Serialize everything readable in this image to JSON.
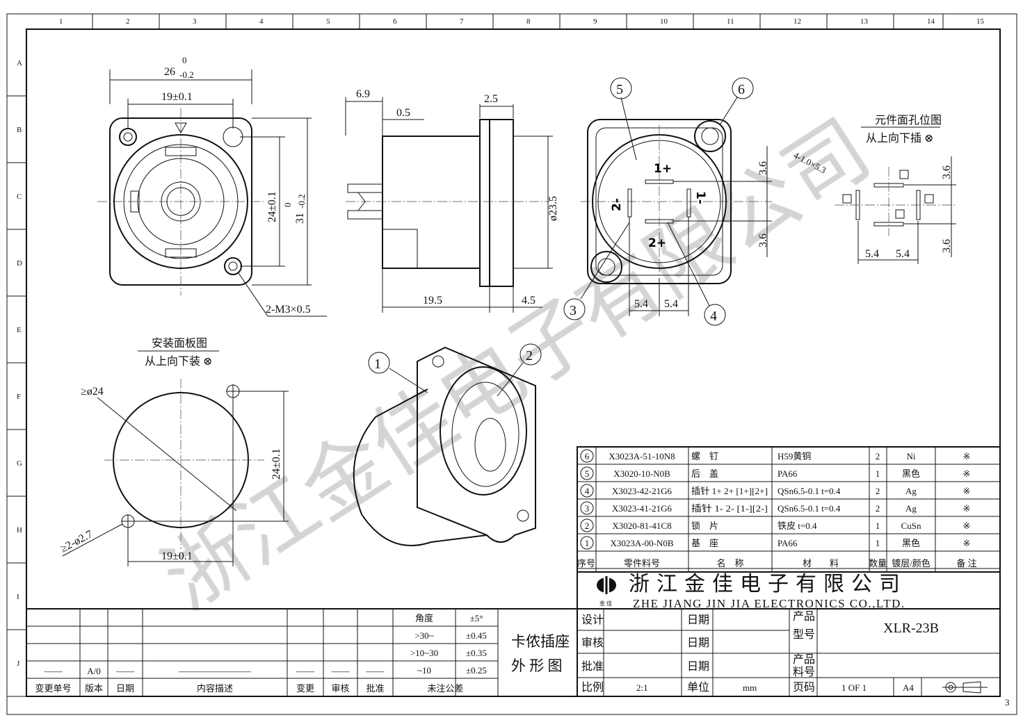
{
  "zones_top": [
    "1",
    "2",
    "3",
    "4",
    "5",
    "6",
    "7",
    "8",
    "9",
    "10",
    "11",
    "12",
    "13",
    "14",
    "15"
  ],
  "zones_left": [
    "A",
    "B",
    "C",
    "D",
    "E",
    "F",
    "G",
    "H",
    "I",
    "J"
  ],
  "sheet_number": "3",
  "watermark": "浙江金佳电子有限公司",
  "front_view": {
    "width_dim": "26",
    "width_tol_up": "0",
    "width_tol_down": "-0.2",
    "hole_span": "19±0.1",
    "hole_vspan": "24±0.1",
    "height_dim": "31",
    "height_tol_up": "0",
    "height_tol_down": "-0.2",
    "screw_note": "2-M3×0.5"
  },
  "side_view": {
    "d1": "6.9",
    "d2": "0.5",
    "d3": "2.5",
    "diameter": "ø23.5",
    "length": "19.5",
    "flange": "4.5"
  },
  "rear_view": {
    "balloons": [
      "5",
      "6",
      "3",
      "4"
    ],
    "dims": [
      "3.6",
      "3.6",
      "5.4",
      "5.4"
    ],
    "pins": [
      "1+",
      "1-",
      "2-",
      "2+"
    ]
  },
  "hole_pattern": {
    "title": "元件面孔位图",
    "subtitle": "从上向下插 ⊗",
    "hole_note": "4-1.0×5.3",
    "dims": [
      "3.6",
      "3.6",
      "5.4",
      "5.4"
    ]
  },
  "panel_view": {
    "title": "安装面板图",
    "subtitle": "从上向下装 ⊗",
    "circle_dim": "≥ø24",
    "vspan": "24±0.1",
    "hole_note": "≥2-ø2.7",
    "hspan": "19±0.1"
  },
  "iso_view": {
    "balloons": [
      "1",
      "2"
    ]
  },
  "bom": {
    "rows": [
      {
        "no": "6",
        "part": "X3023A-51-10N8",
        "name": "螺　钉",
        "material": "H59黄铜",
        "qty": "2",
        "finish": "Ni",
        "note": "※"
      },
      {
        "no": "5",
        "part": "X3020-10-N0B",
        "name": "后　盖",
        "material": "PA66",
        "qty": "1",
        "finish": "黑色",
        "note": "※"
      },
      {
        "no": "4",
        "part": "X3023-42-21G6",
        "name": "插针 1+ 2+ [1+][2+]",
        "material": "QSn6.5-0.1 t=0.4",
        "qty": "2",
        "finish": "Ag",
        "note": "※"
      },
      {
        "no": "3",
        "part": "X3023-41-21G6",
        "name": "插针 1- 2- [1-][2-]",
        "material": "QSn6.5-0.1 t=0.4",
        "qty": "2",
        "finish": "Ag",
        "note": "※"
      },
      {
        "no": "2",
        "part": "X3020-81-41C8",
        "name": "锁　片",
        "material": "铁皮 t=0.4",
        "qty": "1",
        "finish": "CuSn",
        "note": "※"
      },
      {
        "no": "1",
        "part": "X3023A-00-N0B",
        "name": "基　座",
        "material": "PA66",
        "qty": "1",
        "finish": "黑色",
        "note": "※"
      }
    ],
    "header": {
      "no": "序号",
      "part": "零件料号",
      "name": "名　称",
      "material": "材　　料",
      "qty": "数量",
      "finish": "镀层/颜色",
      "note": "备 注"
    }
  },
  "company": {
    "name_cn": "浙江金佳电子有限公司",
    "name_en": "ZHE JIANG JIN JIA ELECTRONICS CO.,LTD.",
    "logo_text": "金 佳"
  },
  "revision_block": {
    "row_values": [
      "——",
      "A/0",
      "——",
      "————————",
      "——",
      "——",
      "——"
    ],
    "headers": [
      "变更单号",
      "版本",
      "日期",
      "内容描述",
      "变更",
      "审核",
      "批准",
      "未注公差"
    ],
    "tolerances": [
      {
        "range": "角度",
        "tol": "±5°"
      },
      {
        "range": ">30~",
        "tol": "±0.45"
      },
      {
        "range": ">10~30",
        "tol": "±0.35"
      },
      {
        "range": "~10",
        "tol": "±0.25"
      }
    ]
  },
  "drawing_title": {
    "line1": "卡侬插座",
    "line2": "外 形 图"
  },
  "title_block": {
    "design": "设计",
    "check": "审核",
    "approve": "批准",
    "scale_label": "比例",
    "scale": "2:1",
    "date": "日期",
    "unit_label": "单位",
    "unit": "mm",
    "model_label1": "产品",
    "model_label2": "型号",
    "model": "XLR-23B",
    "partno_label1": "产品",
    "partno_label2": "料号",
    "page_label": "页码",
    "page": "1 OF 1",
    "size": "A4"
  }
}
